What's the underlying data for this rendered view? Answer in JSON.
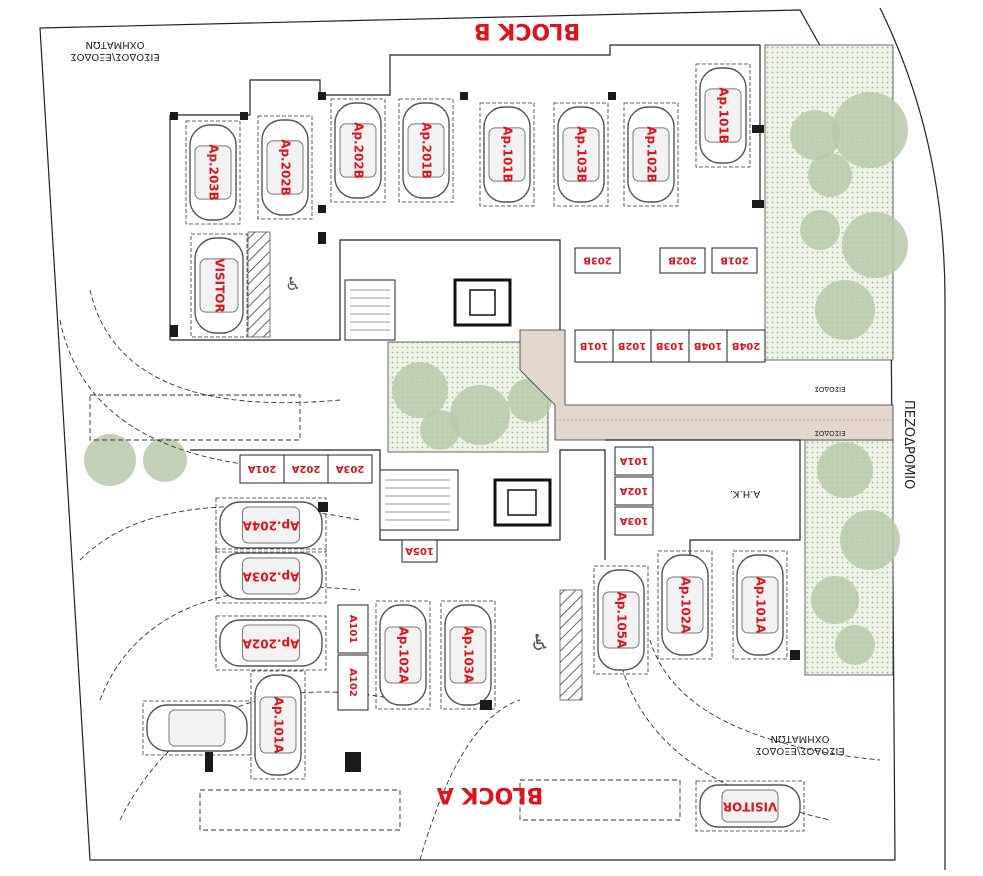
{
  "title_top": "BLOCK B",
  "title_bottom": "BLOCK A",
  "entrance_top_left": {
    "line1": "ΕΙΣΟΔΟΣ\\ΕΞΟΔΟΣ",
    "line2": "ΟΧΗΜΑΤΩΝ"
  },
  "entrance_bottom_right": {
    "line1": "ΕΙΣΟΔΟΣ\\ΕΞΟΔΟΣ",
    "line2": "ΟΧΗΜΑΤΩΝ"
  },
  "street": "ΠΕΖΟΔΡΟΜΙΟ",
  "entry_labels": [
    "ΕΙΣΟΔΟΣ",
    "ΕΙΣΟΔΟΣ"
  ],
  "ahk": "Α.Η.Κ.",
  "parking_b": [
    "Ap.203B",
    "Ap.202B",
    "Ap.202B",
    "Ap.201B",
    "Ap.101B",
    "Ap.103B",
    "Ap.102B",
    "Ap.101B"
  ],
  "visitor_b": "VISITOR",
  "storage_b_top": [
    "203B",
    "202B",
    "201B"
  ],
  "storage_b_row": [
    "101B",
    "102B",
    "103B",
    "104B",
    "204B"
  ],
  "storage_a_top": [
    "201A",
    "202A",
    "203A"
  ],
  "storage_a_side": [
    "101A",
    "102A",
    "103A"
  ],
  "storage_a_105": "105A",
  "storage_a_small": [
    "A101",
    "A102"
  ],
  "parking_a_horizontal": [
    "Ap.204A",
    "Ap.203A",
    "Ap.202A"
  ],
  "parking_a_vertical": [
    "Ap.101A",
    "Ap.102A",
    "Ap.105A",
    "Ap.103A",
    "Ap.102A",
    "Ap.101A"
  ],
  "visitor_a": "VISITOR"
}
